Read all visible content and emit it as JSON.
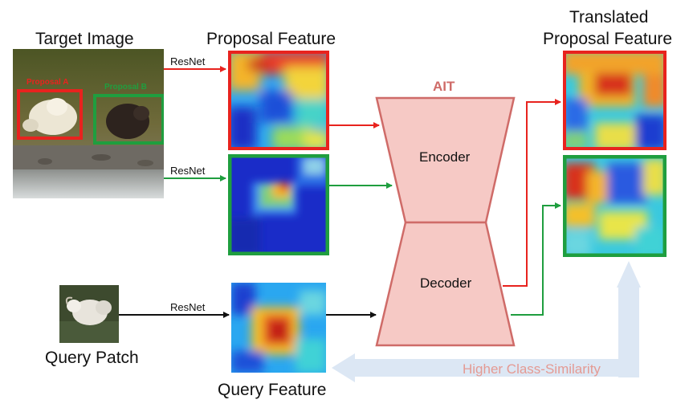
{
  "titles": {
    "target_image": "Target Image",
    "proposal_feature": "Proposal Feature",
    "translated_line1": "Translated",
    "translated_line2": "Proposal Feature",
    "query_patch": "Query Patch",
    "query_feature": "Query Feature"
  },
  "arrows": {
    "resnet_a": "ResNet",
    "resnet_b": "ResNet",
    "resnet_query": "ResNet"
  },
  "proposals": {
    "a_label": "Proposal A",
    "b_label": "Proposal B"
  },
  "ait": {
    "title": "AIT",
    "encoder": "Encoder",
    "decoder": "Decoder"
  },
  "similarity": {
    "label": "Higher Class-Similarity"
  },
  "colors": {
    "red": "#e8231e",
    "green": "#1f9e3f",
    "ait_fill": "#f6c9c5",
    "ait_stroke": "#cf6b68",
    "sim_arrow": "#dce7f4"
  },
  "icons": {
    "arrow": "arrow-icon"
  }
}
